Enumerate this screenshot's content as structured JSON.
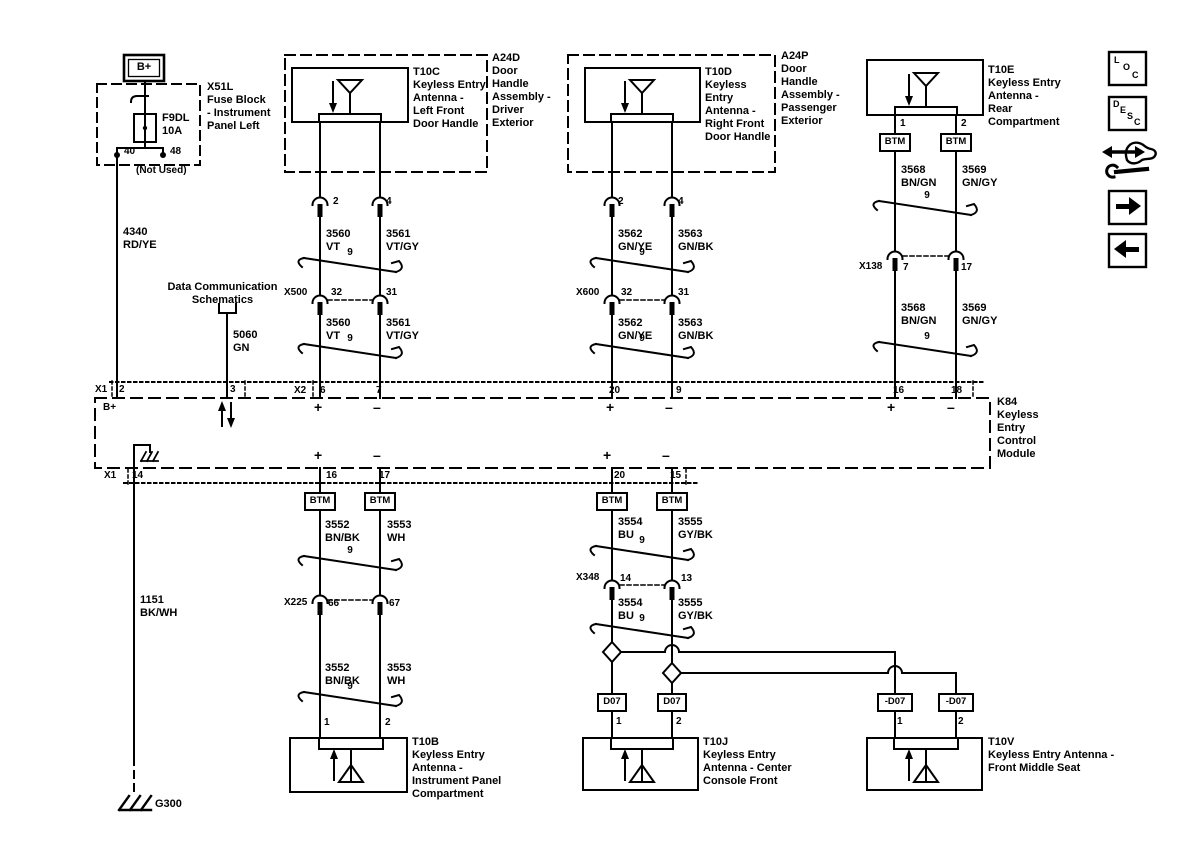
{
  "power": {
    "b_plus": "B+",
    "fuse_block_label": "X51L\nFuse Block\n- Instrument\nPanel Left",
    "fuse_label": "F9DL\n10A",
    "pin_40": "40",
    "pin_48": "48",
    "not_used": "(Not Used)"
  },
  "data_comm": {
    "label": "Data Communication\nSchematics"
  },
  "assemblies": {
    "a24d": "A24D\nDoor\nHandle\nAssembly -\nDriver\nExterior",
    "a24p": "A24P\nDoor\nHandle\nAssembly -\nPassenger\nExterior"
  },
  "antennas": {
    "t10c": "T10C\nKeyless Entry\nAntenna -\nLeft Front\nDoor Handle",
    "t10d": "T10D\nKeyless\nEntry\nAntenna -\nRight Front\nDoor Handle",
    "t10e": "T10E\nKeyless Entry\nAntenna -\nRear\nCompartment",
    "t10b": "T10B\nKeyless Entry\nAntenna -\nInstrument Panel\nCompartment",
    "t10j": "T10J\nKeyless Entry\nAntenna - Center\nConsole Front",
    "t10v": "T10V\nKeyless Entry Antenna -\nFront Middle Seat"
  },
  "module": {
    "label": "K84\nKeyless\nEntry\nControl\nModule",
    "x1": "X1",
    "x2": "X2",
    "b_plus_pin": "B+",
    "plus": "+",
    "minus": "–",
    "top_pins": {
      "p2": "2",
      "p3": "3",
      "p6": "6",
      "p7": "7",
      "p20": "20",
      "p9": "9",
      "p16": "16",
      "p18": "18"
    },
    "bottom_pins": {
      "p14": "14",
      "p16": "16",
      "p17": "17",
      "p20": "20",
      "p15": "15"
    }
  },
  "connectors": {
    "x500": {
      "id": "X500",
      "a": "32",
      "b": "31"
    },
    "x600": {
      "id": "X600",
      "a": "32",
      "b": "31"
    },
    "x138": {
      "id": "X138",
      "a": "7",
      "b": "17"
    },
    "x225": {
      "id": "X225",
      "a": "66",
      "b": "67"
    },
    "x348": {
      "id": "X348",
      "a": "14",
      "b": "13"
    }
  },
  "pins": {
    "p1": "1",
    "p2": "2",
    "p4": "4"
  },
  "wires": {
    "w4340": "4340\nRD/YE",
    "w5060": "5060\nGN",
    "w3560": "3560\nVT",
    "w3561": "3561\nVT/GY",
    "w3562": "3562\nGN/YE",
    "w3563": "3563\nGN/BK",
    "w3568": "3568\nBN/GN",
    "w3569": "3569\nGN/GY",
    "w3552": "3552\nBN/BK",
    "w3553": "3553\nWH",
    "w3554": "3554\nBU",
    "w3555": "3555\nGY/BK",
    "w1151": "1151\nBK/WH",
    "twist_count": "9"
  },
  "labels": {
    "btm": "BTM",
    "d07": "D07",
    "neg_d07": "-D07",
    "g300": "G300"
  },
  "toolbar": {
    "loc": [
      "L",
      "O",
      "C"
    ],
    "desc": [
      "D",
      "E",
      "S",
      "C"
    ]
  },
  "colors": {
    "line": "#000000",
    "bg": "#ffffff"
  }
}
